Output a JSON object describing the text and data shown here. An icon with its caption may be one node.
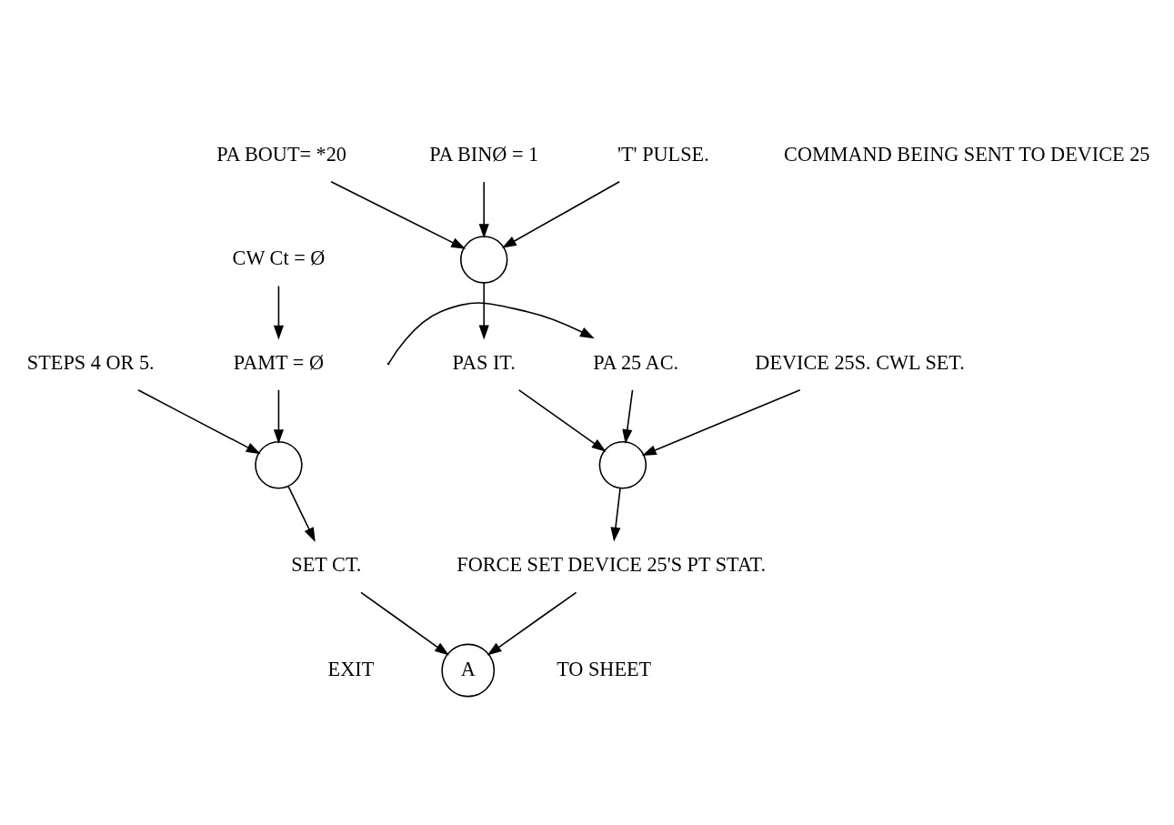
{
  "diagram": {
    "nodes": [
      {
        "text": [
          "PA BOUT= *20"
        ]
      },
      {
        "text": [
          "PA BINØ = 1"
        ]
      },
      {
        "text": [
          "'T' PULSE."
        ]
      },
      {
        "text": [],
        "shape": "circle"
      },
      {
        "text": [
          "PAS IT."
        ]
      },
      {
        "text": [
          "PA 25 AC."
        ]
      },
      {
        "text": [
          "DEVICE 25S. CWL SET."
        ]
      },
      {
        "text": [],
        "shape": "circle"
      },
      {
        "text": [
          "FORCE SET DEVICE 25'S PT STAT."
        ]
      },
      {
        "text": [
          "CW Ct = Ø"
        ]
      },
      {
        "text": [
          "PAMT = Ø"
        ]
      },
      {
        "text": [],
        "shape": "circle"
      },
      {
        "text": [
          "STEPS 4 OR 5."
        ]
      },
      {
        "text": [
          "SET CT."
        ]
      },
      {
        "text": [
          "A"
        ],
        "beside": [
          "EXIT",
          "TO SHEET"
        ]
      }
    ],
    "edges": [
      {
        "from": 0,
        "to": 3,
        "arrow": "to"
      },
      {
        "from": 2,
        "to": 3,
        "arrow": "to"
      },
      {
        "from": 1,
        "to": 3,
        "arrow": "to"
      },
      {
        "from": 3,
        "to": 4,
        "arrow": "to"
      },
      {
        "from": 4,
        "to": 7,
        "arrow": "to"
      },
      {
        "from": null,
        "to": 5,
        "arrow": "to"
      },
      {
        "from": 5,
        "to": 7,
        "arrow": "to"
      },
      {
        "from": 6,
        "to": 7,
        "arrow": "to"
      },
      {
        "from": 7,
        "to": 8,
        "arrow": "to"
      },
      {
        "from": 9,
        "to": 10,
        "arrow": "to"
      },
      {
        "from": 10,
        "to": 11,
        "arrow": "to"
      },
      {
        "from": 12,
        "to": 11,
        "arrow": "to"
      },
      {
        "from": 11,
        "to": 13,
        "arrow": "to"
      },
      {
        "from": 8,
        "to": 14,
        "arrow": "to"
      },
      {
        "from": 13,
        "to": 14,
        "arrow": "to"
      }
    ],
    "labels": [
      "COMMAND BEING SENT TO DEVICE 25"
    ]
  }
}
